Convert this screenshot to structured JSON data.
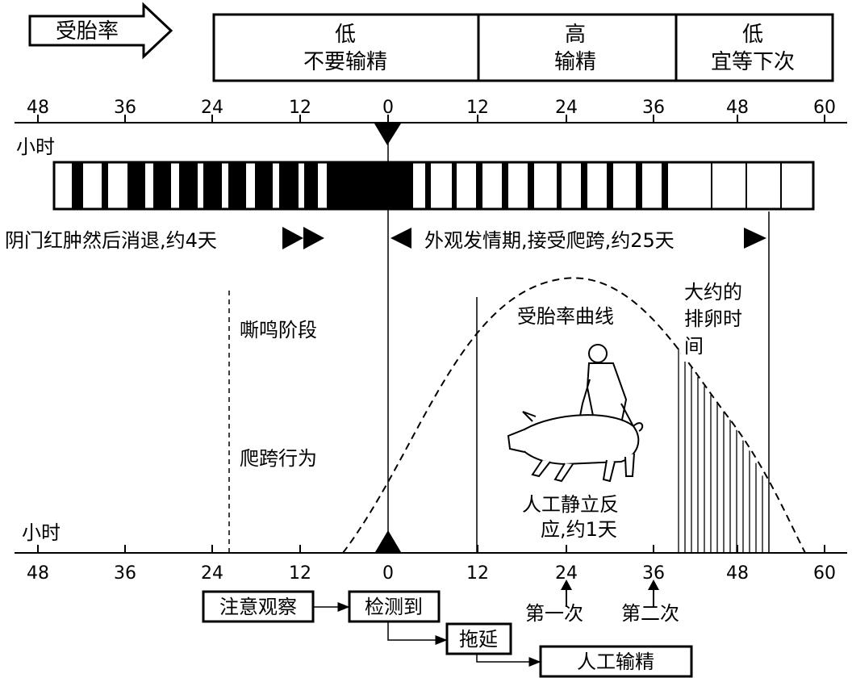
{
  "banner": {
    "arrow_label": "受胎率",
    "segments": [
      {
        "line1": "低",
        "line2": "不要输精"
      },
      {
        "line1": "高",
        "line2": "输精"
      },
      {
        "line1": "低",
        "line2": "宜等下次"
      }
    ]
  },
  "axis": {
    "unit": "小时",
    "ticks": [
      "48",
      "36",
      "24",
      "12",
      "0",
      "12",
      "24",
      "36",
      "48",
      "60"
    ]
  },
  "labels": {
    "swelling": "阴门红肿然后消退,约4天",
    "estrus": "外观发情期,接受爬跨,约25天",
    "grunting": "嘶鸣阶段",
    "mounting": "爬跨行为",
    "curve": "受胎率曲线",
    "ovulation": [
      "大约的",
      "排卵时",
      "间"
    ],
    "standing": [
      "人工静立反",
      "应,约1天"
    ],
    "first": "第一次",
    "second": "第二次"
  },
  "flow": {
    "observe": "注意观察",
    "detected": "检测到",
    "delay": "拖延",
    "insemination": "人工输精"
  },
  "colors": {
    "ink": "#000000",
    "paper": "#ffffff"
  },
  "icons": [
    "pig-with-person-icon"
  ]
}
